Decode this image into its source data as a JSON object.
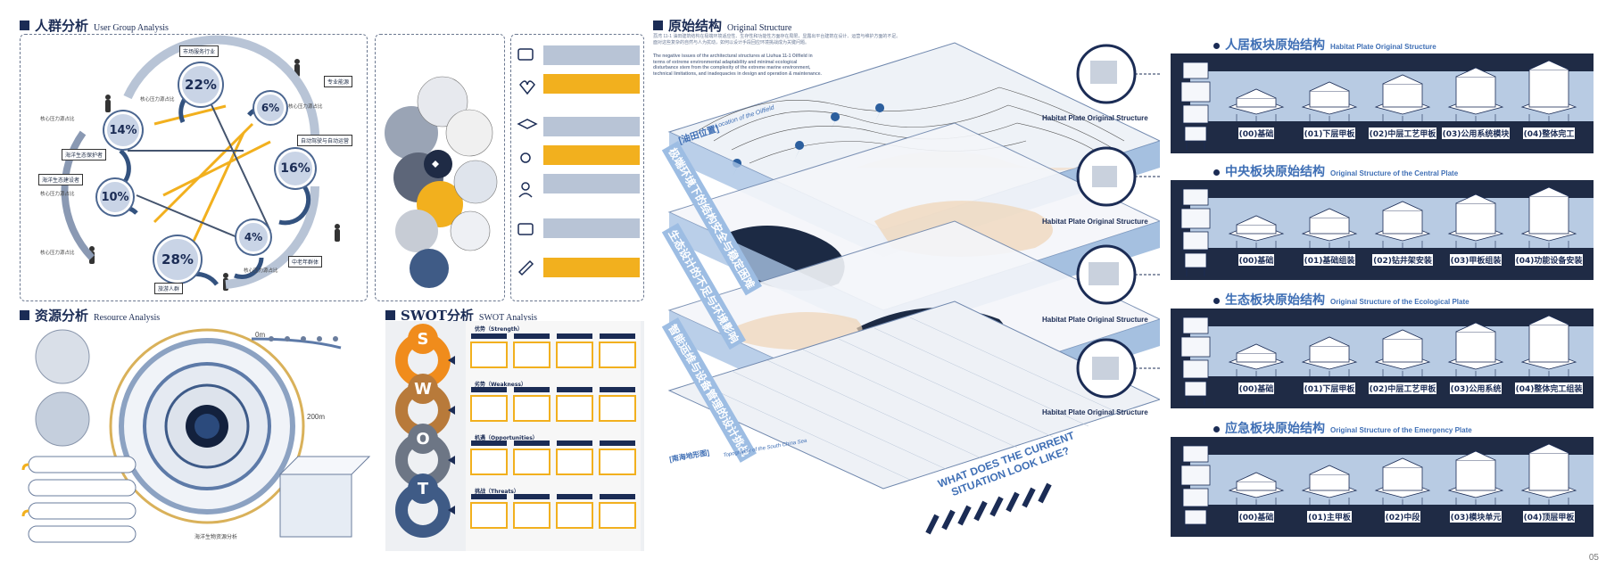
{
  "page_number": "05",
  "sections": {
    "user_group": {
      "title_cn": "人群分析",
      "title_en": "User Group Analysis"
    },
    "resource": {
      "title_cn": "资源分析",
      "title_en": "Resource Analysis"
    },
    "swot": {
      "title_cn": "SWOT分析",
      "title_en": "SWOT Analysis"
    },
    "original": {
      "title_cn": "原始结构",
      "title_en": "Original Structure"
    }
  },
  "user_group": {
    "percents": [
      "22%",
      "6%",
      "14%",
      "16%",
      "10%",
      "4%",
      "28%"
    ],
    "tags": [
      "市场服务行业",
      "专业能源",
      "自动驾驶与自动运营",
      "中老年群体",
      "海洋生态建设者",
      "海洋生态保护者",
      "旅游人群"
    ],
    "arc_label": "核心压力源占比"
  },
  "resource": {
    "depth_top": "0m",
    "depth_bottom": "200m",
    "bottom_caption": "海洋生物资源分析"
  },
  "swot": {
    "letters": [
      "S",
      "W",
      "O",
      "T"
    ],
    "heads": [
      "优势（Strength）",
      "劣势（Weakness）",
      "机遇（Opportunities）",
      "挑战（Threats）"
    ]
  },
  "original": {
    "intro_cn": "荔湾 11-1 油田建筑结构在极端环境适应性、生存性和功能性方面存在局限，显露出平台建筑在设计、运营与维护方面的不足。面对这些复杂的自然与人为扰动，如何以设计手段回应环境挑战成为关键问题。",
    "intro_en": "The negative issues of the architectural structures at Liuhua 11-1 Oilfield in terms of extreme environmental adaptability and minimal ecological disturbance stem from the complexity of the extreme marine environment, technical limitations, and inadequacies in design and operation & maintenance.",
    "location_cn": "[油田位置]",
    "location_en": "Location of the Oilfield",
    "layers": [
      "极端环境下的结构安全与稳定困难",
      "生态设计的不足与环境影响",
      "智能运维与设备管理的设计挑战"
    ],
    "map_caption_cn": "[南海地形图]",
    "map_caption_en": "Topography of the South China Sea",
    "question": "WHAT DOES THE CURRENT SITUATION LOOK LIKE?",
    "habitat_labels": [
      "Habitat Plate Original Structure",
      "Habitat Plate Original Structure",
      "Habitat Plate Original Structure",
      "Habitat Plate Original Structure"
    ]
  },
  "plates": [
    {
      "title_cn": "人居板块原始结构",
      "title_en": "Habitat Plate Original Structure",
      "steps": [
        "(00)基础",
        "(01)下层甲板",
        "(02)中层工艺甲板",
        "(03)公用系统模块",
        "(04)整体完工"
      ]
    },
    {
      "title_cn": "中央板块原始结构",
      "title_en": "Original Structure of the Central Plate",
      "steps": [
        "(00)基础",
        "(01)基础组装",
        "(02)钻井架安装",
        "(03)甲板组装",
        "(04)功能设备安装"
      ]
    },
    {
      "title_cn": "生态板块原始结构",
      "title_en": "Original Structure of the Ecological Plate",
      "steps": [
        "(00)基础",
        "(01)下层甲板",
        "(02)中层工艺甲板",
        "(03)公用系统",
        "(04)整体完工组装"
      ]
    },
    {
      "title_cn": "应急板块原始结构",
      "title_en": "Original Structure of the Emergency Plate",
      "steps": [
        "(00)基础",
        "(01)主甲板",
        "(02)中段",
        "(03)模块单元",
        "(04)顶层甲板"
      ]
    }
  ],
  "colors": {
    "navy": "#1b2c55",
    "accent_orange": "#f2a21a",
    "accent_blue": "#3f6fb5",
    "light_blue": "#b8cbe3"
  }
}
